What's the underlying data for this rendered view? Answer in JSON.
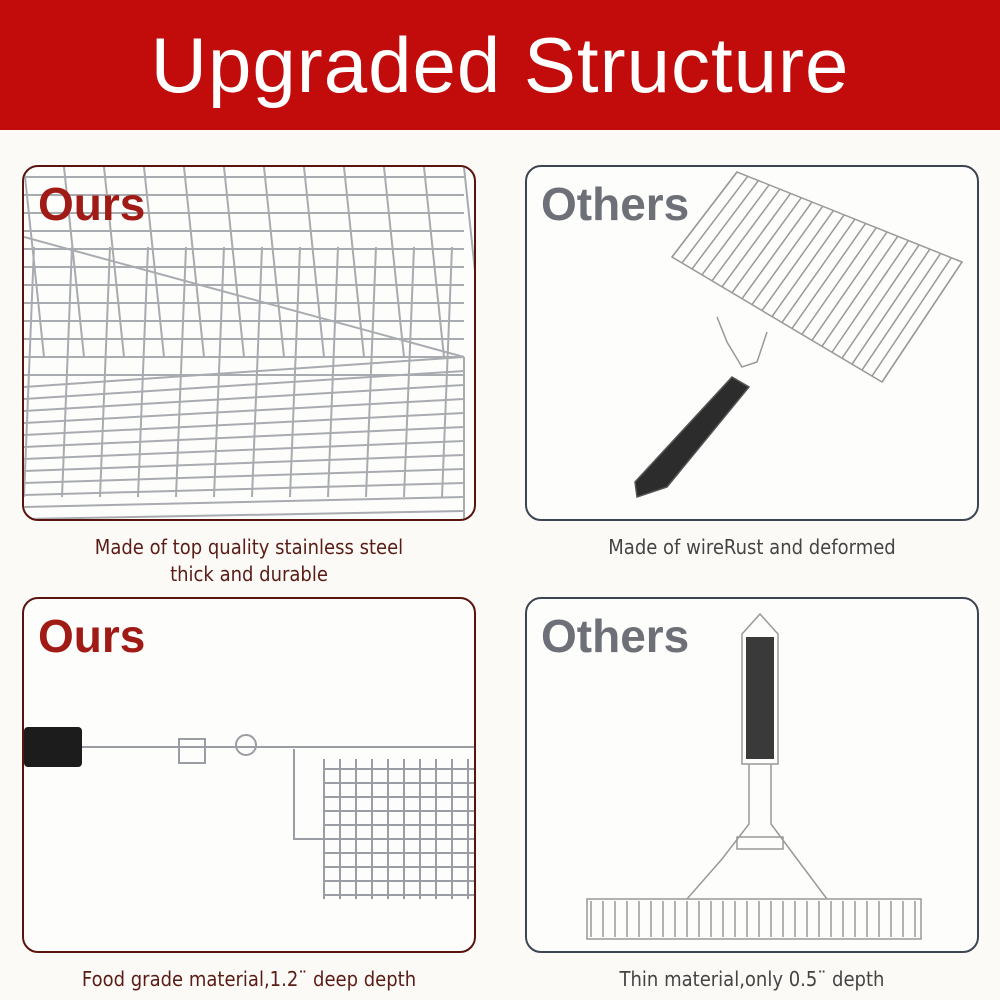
{
  "title": "Upgraded Structure",
  "panels": [
    {
      "tag": "Ours",
      "caption_1": "Made of top quality stainless steel",
      "caption_2": "thick and durable"
    },
    {
      "tag": "Others",
      "caption_1": "Made of wireRust and deformed"
    },
    {
      "tag": "Ours",
      "caption_1": "Food grade material,1.2¨ deep depth"
    },
    {
      "tag": "Others",
      "caption_1": "Thin material,only 0.5¨ depth"
    }
  ],
  "colors": {
    "banner": "#c20c0c",
    "ours": "#a01a16",
    "others": "#6d7077"
  }
}
